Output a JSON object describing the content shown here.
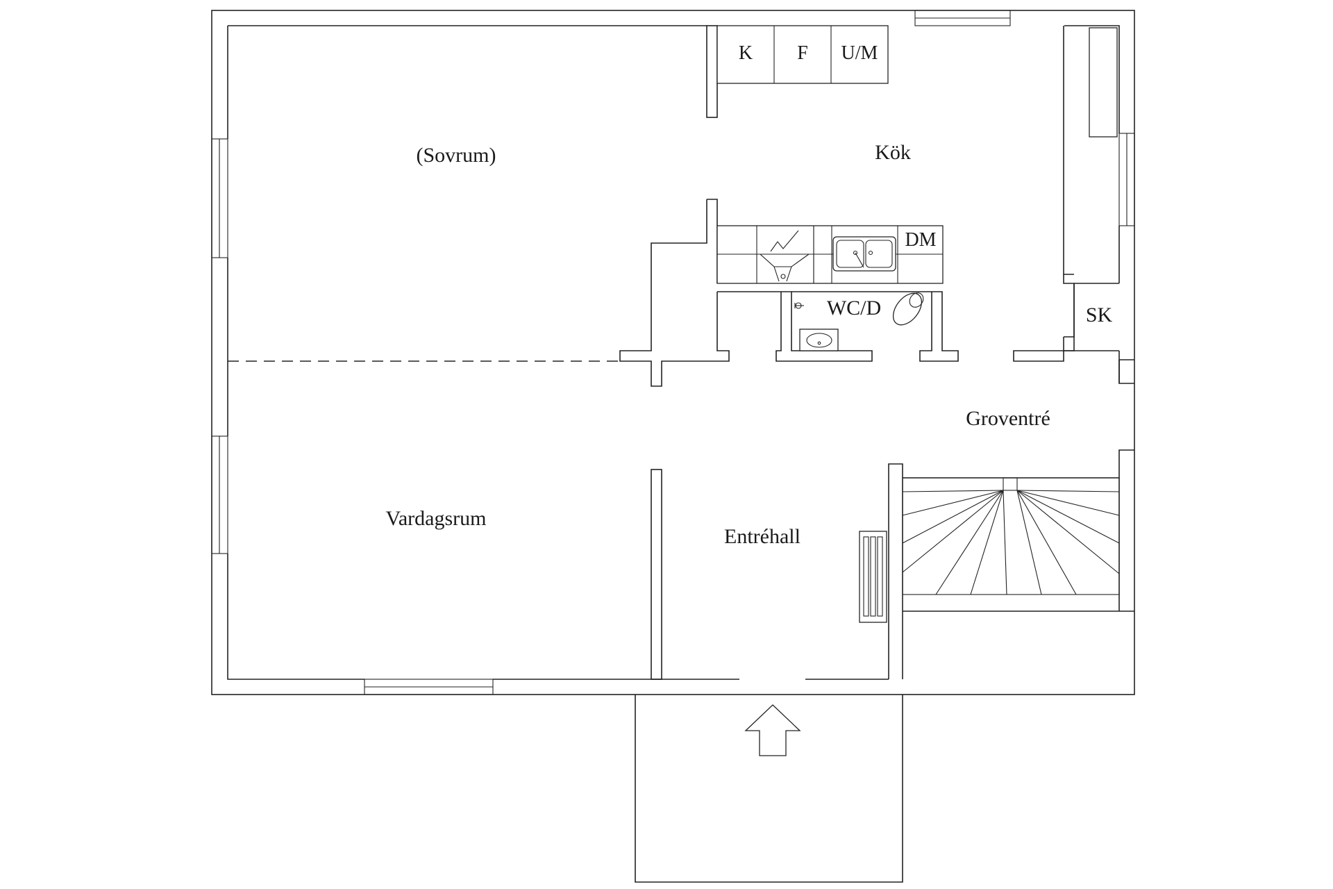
{
  "rooms": {
    "sovrum": "(Sovrum)",
    "kok": "Kök",
    "vardagsrum": "Vardagsrum",
    "entrehall": "Entréhall",
    "groventre": "Groventré",
    "wc": "WC/D",
    "sk": "SK"
  },
  "appliances": {
    "k": "K",
    "f": "F",
    "um": "U/M",
    "dm": "DM"
  },
  "colors": {
    "line": "#222222",
    "background": "#ffffff"
  },
  "icons": {
    "entrance": "entrance-arrow-icon",
    "sink": "kitchen-sink-icon",
    "toilet": "toilet-icon",
    "washbasin": "washbasin-icon",
    "stairs": "staircase-icon",
    "radiator": "radiator-icon"
  }
}
